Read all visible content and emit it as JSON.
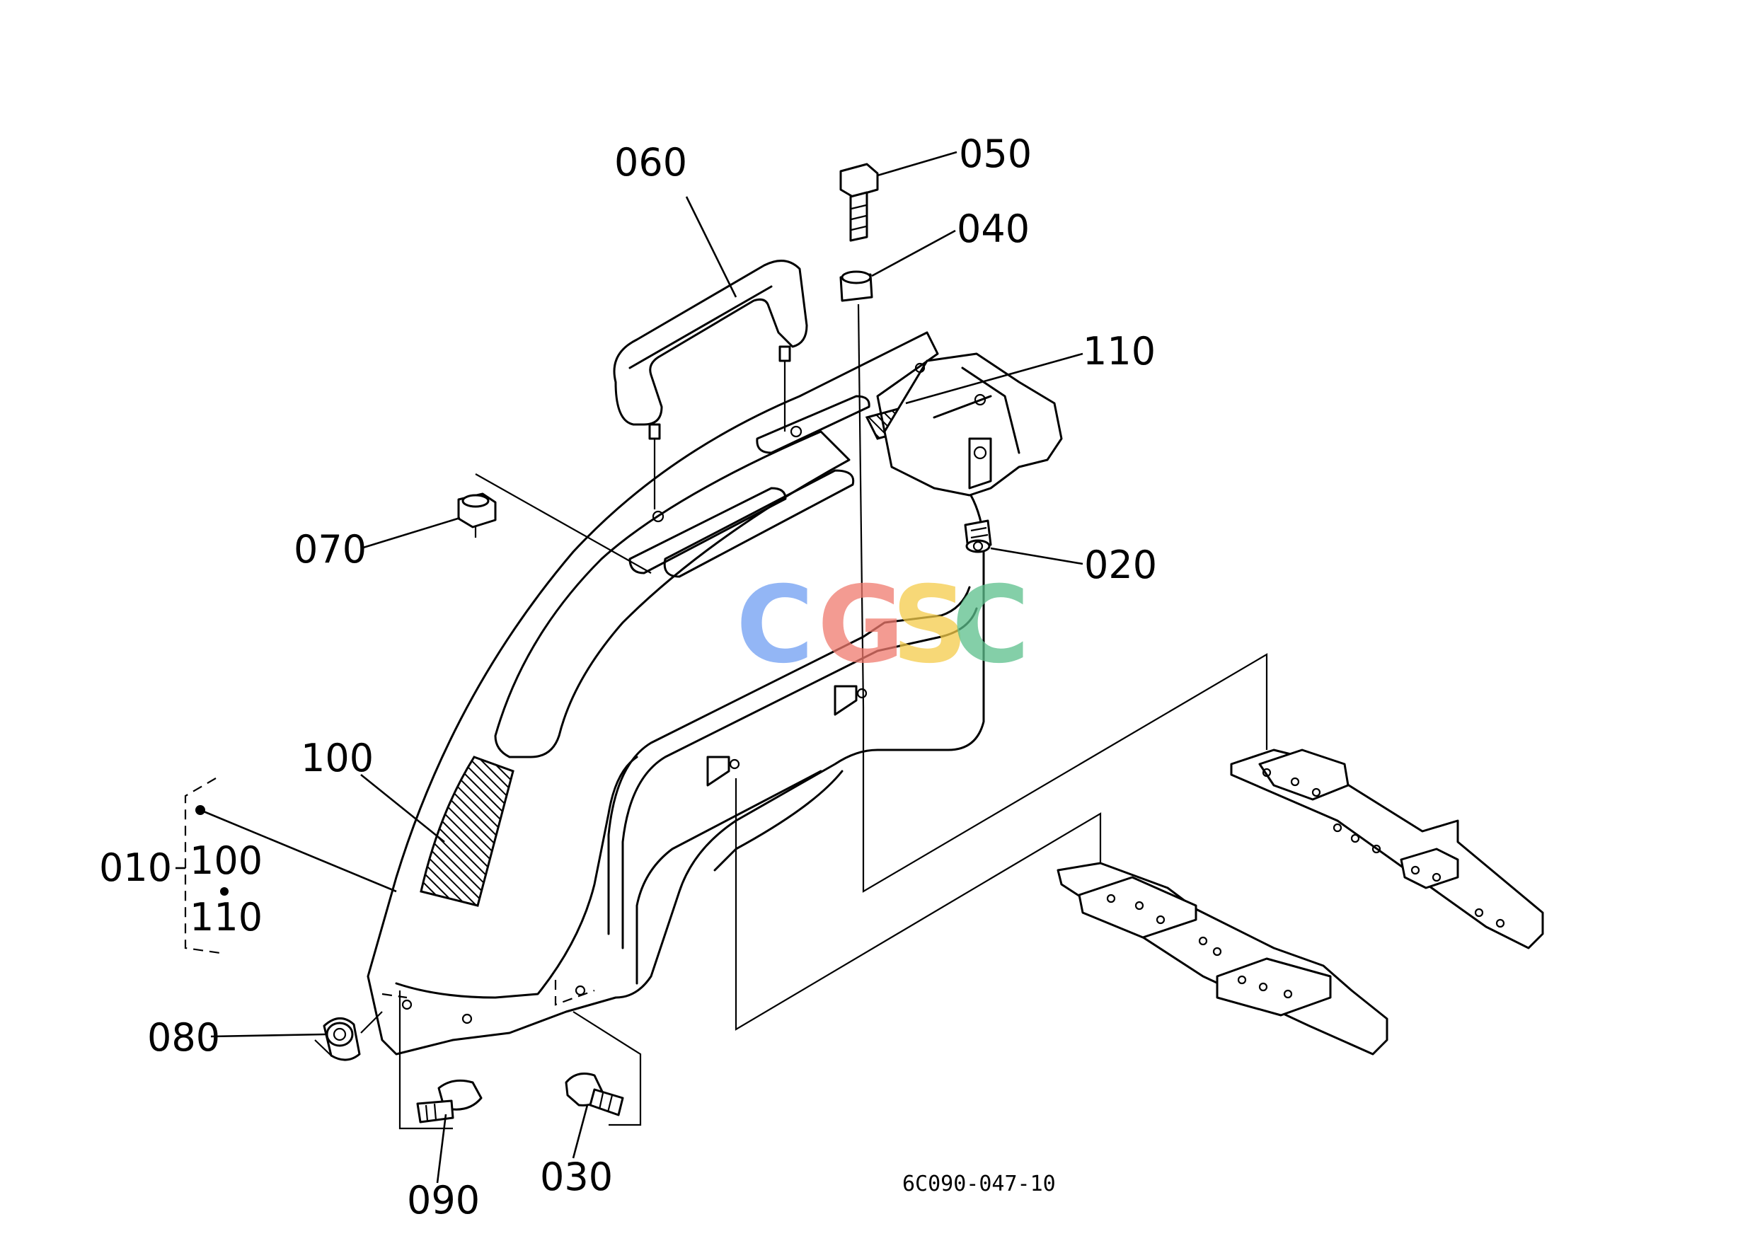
{
  "diagram": {
    "drawing_code": "6C090-047-10",
    "watermark": {
      "letters": [
        "C",
        "G",
        "S",
        "C"
      ],
      "colors": [
        "#6f9ef2",
        "#f07a6e",
        "#f5cc4a",
        "#5cbf8c"
      ]
    },
    "callouts": {
      "c060": "060",
      "c050": "050",
      "c040": "040",
      "c110a": "110",
      "c070": "070",
      "c020": "020",
      "c100a": "100",
      "c010": "010",
      "c100b": "100",
      "c110b": "110",
      "c080": "080",
      "c090": "090",
      "c030": "030"
    }
  }
}
